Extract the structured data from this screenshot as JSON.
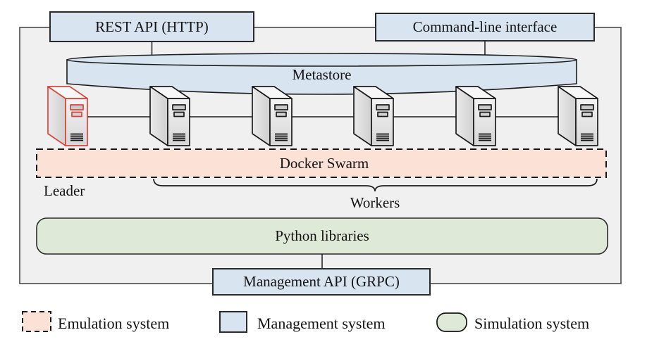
{
  "colors": {
    "management_blue": "#d8e4ef",
    "emulation_pink": "#fbe1d6",
    "simulation_green": "#dfe9d8",
    "container_gray": "#f0f0f1",
    "leader_red": "#d9453c",
    "outline_dark": "#1c1c1c"
  },
  "boxes": {
    "rest_api": "REST API (HTTP)",
    "cli": "Command-line interface",
    "metastore": "Metastore",
    "docker_swarm": "Docker Swarm",
    "python_libraries": "Python libraries",
    "management_api": "Management API (GRPC)"
  },
  "labels": {
    "leader": "Leader",
    "workers": "Workers"
  },
  "servers": {
    "leader_count": 1,
    "worker_count": 5
  },
  "legend": {
    "emulation": "Emulation system",
    "management": "Management system",
    "simulation": "Simulation system"
  }
}
